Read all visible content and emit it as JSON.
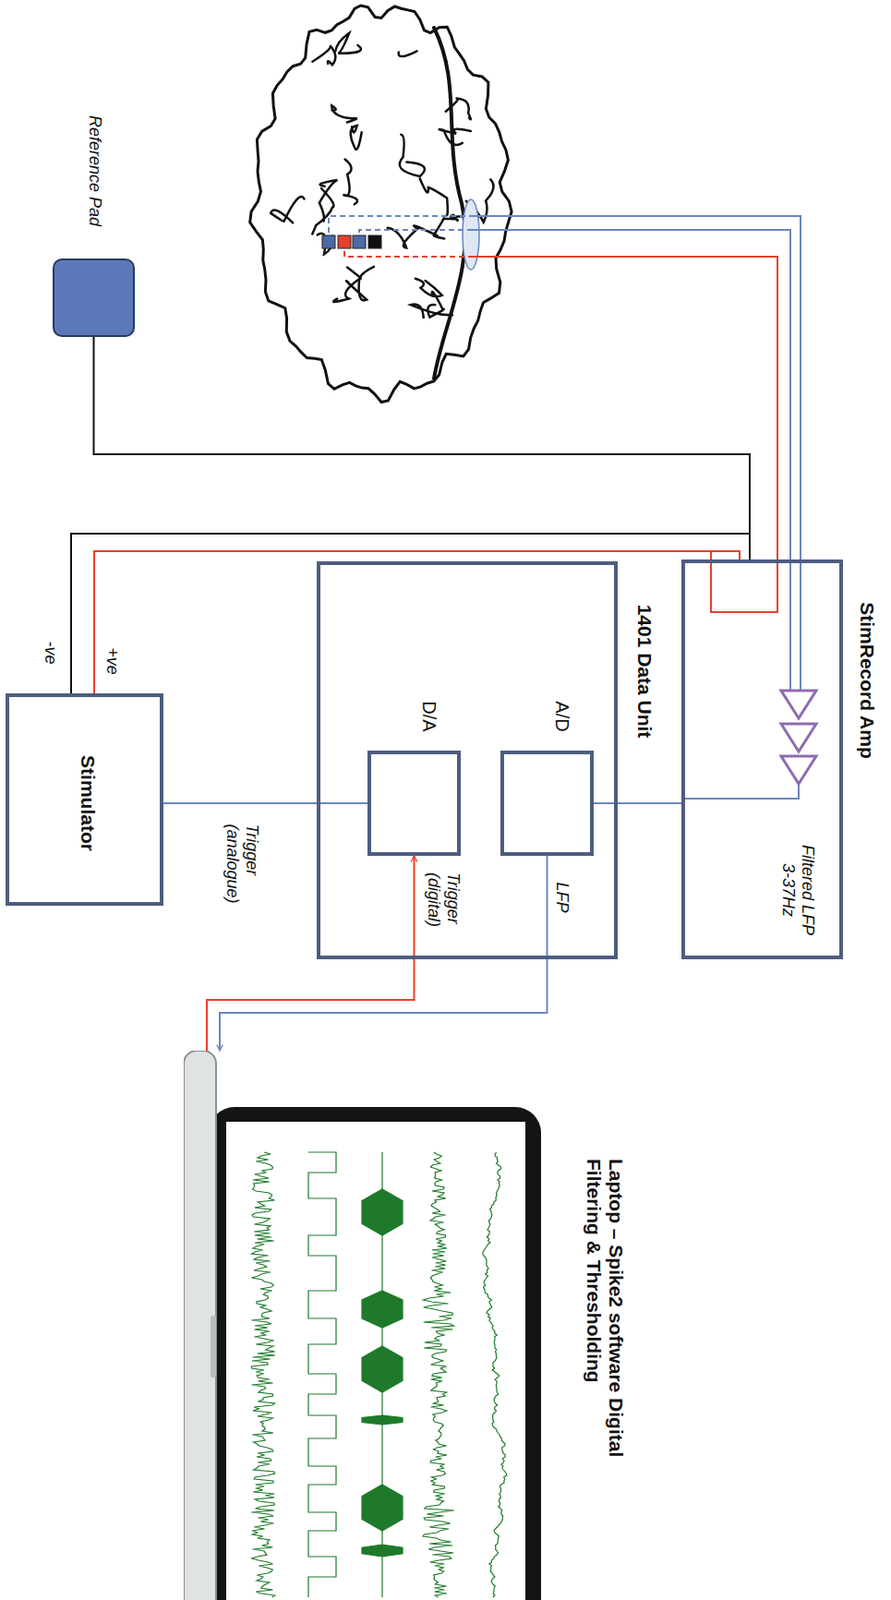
{
  "diagram": {
    "nodes": [
      {
        "text": [
          "Reference Pad"
        ]
      },
      {
        "text": [
          "StimRecord Amp",
          "Filtered LFP 3-37Hz"
        ]
      },
      {
        "text": [
          "1401 Data Unit"
        ]
      },
      {
        "text": [
          "A/D"
        ],
        "in": 2
      },
      {
        "text": [
          "D/A"
        ],
        "in": 2
      },
      {
        "text": [
          "Stimulator"
        ]
      },
      {
        "text": [
          "Laptop – Spike2 software Digital Filtering & Thresholding"
        ]
      }
    ],
    "edges": [
      {
        "from": 0,
        "to": 1,
        "arrow": "none"
      },
      {
        "from": 1,
        "to": 3,
        "arrow": "none"
      },
      {
        "from": 1,
        "to": 5,
        "arrow": "none"
      },
      {
        "from": 1,
        "to": 5,
        "arrow": "none"
      },
      {
        "from": 4,
        "to": 5,
        "label": "Trigger (analogue)",
        "arrow": "none"
      },
      {
        "from": 3,
        "to": 6,
        "label": "LFP",
        "arrow": "to"
      },
      {
        "from": 6,
        "to": 4,
        "label": "Trigger (digital)",
        "arrow": "to"
      }
    ],
    "labels": [
      "+ve",
      "-ve"
    ]
  }
}
